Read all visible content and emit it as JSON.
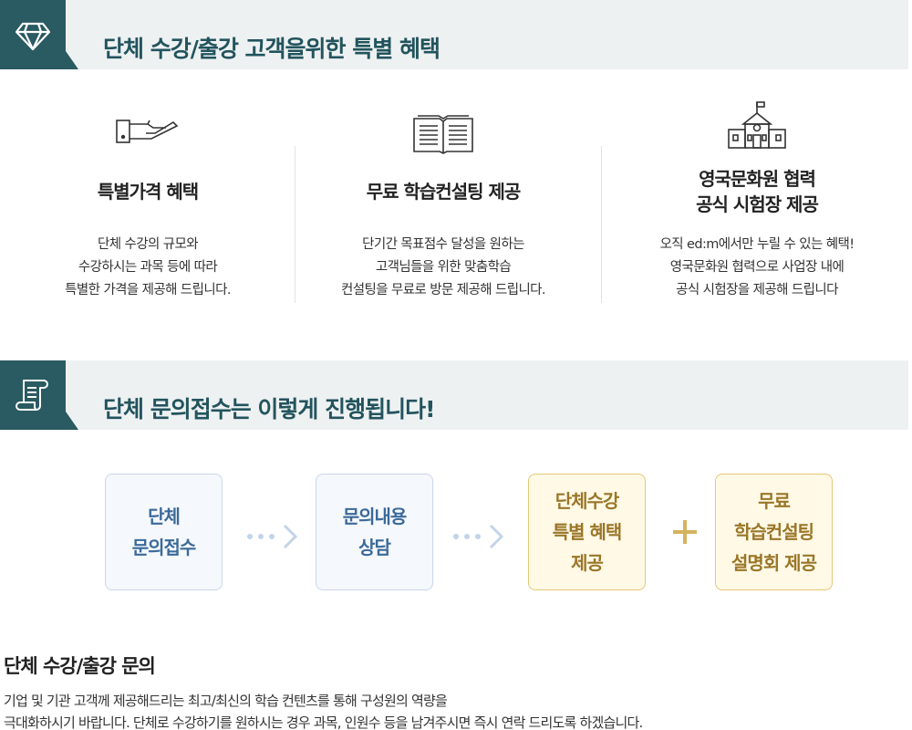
{
  "banner1": {
    "title": "단체 수강/출강 고객을위한 특별 혜택",
    "icon": "diamond-icon"
  },
  "benefits": [
    {
      "icon": "handshake-offer-icon",
      "title": "특별가격 혜택",
      "desc": [
        "단체 수강의 규모와",
        "수강하시는 과목 등에 따라",
        "특별한 가격을 제공해 드립니다."
      ]
    },
    {
      "icon": "open-book-icon",
      "title": "무료 학습컨설팅 제공",
      "desc": [
        "단기간 목표점수 달성을 원하는",
        "고객님들을 위한 맞춤학습",
        "컨설팅을 무료로 방문 제공해 드립니다."
      ]
    },
    {
      "icon": "school-building-icon",
      "title_lines": [
        "영국문화원 협력",
        "공식 시험장 제공"
      ],
      "desc": [
        "오직 ed:m에서만 누릴 수 있는 혜택!",
        "영국문화원 협력으로 사업장 내에",
        "공식 시험장을 제공해 드립니다"
      ]
    }
  ],
  "banner2": {
    "title": "단체 문의접수는 이렇게 진행됩니다!",
    "icon": "document-scroll-icon"
  },
  "steps": [
    {
      "lines": [
        "단체",
        "문의접수"
      ]
    },
    {
      "lines": [
        "문의내용",
        "상담"
      ]
    },
    {
      "lines": [
        "단체수강",
        "특별 혜택",
        "제공"
      ]
    },
    {
      "lines": [
        "무료",
        "학습컨설팅",
        "설명회 제공"
      ]
    }
  ],
  "inquiry": {
    "title": "단체 수강/출강 문의",
    "lines": [
      "기업 및 기관 고객께 제공해드리는 최고/최신의 학습 컨텐츠를 통해 구성원의 역량을",
      "극대화하시기 바랍니다. 단체로 수강하기를 원하시는 경우 과목, 인원수 등을 남겨주시면 즉시 연락 드리도록 하겠습니다."
    ]
  },
  "colors": {
    "accent": "#2a5a62",
    "banner_bg": "#eef1f2",
    "blue_step": "#3b6a9a",
    "gold_step": "#9a7628",
    "plus": "#d4b35e"
  }
}
